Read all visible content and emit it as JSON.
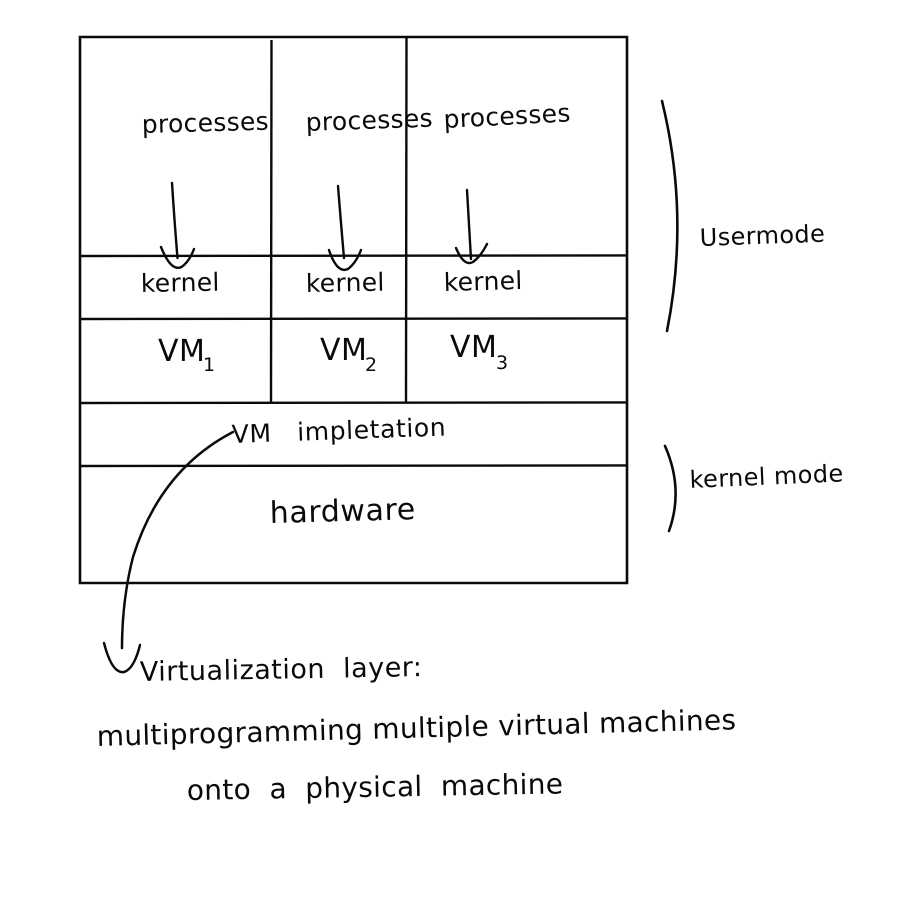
{
  "diagram": {
    "title": "Virtual machine architecture (hand-drawn)",
    "ink_color": "#0a0a0a",
    "background_color": "#ffffff",
    "columns": [
      {
        "id": "vm1",
        "processes_label": "processes",
        "kernel_label": "kernel",
        "vm_label": "VM",
        "vm_subscript": "1"
      },
      {
        "id": "vm2",
        "processes_label": "processes",
        "kernel_label": "kernel",
        "vm_label": "VM",
        "vm_subscript": "2"
      },
      {
        "id": "vm3",
        "processes_label": "processes",
        "kernel_label": "kernel",
        "vm_label": "VM",
        "vm_subscript": "3"
      }
    ],
    "layers": {
      "vm_implementation_label": "VM   impletation",
      "hardware_label": "hardware"
    },
    "mode_braces": [
      {
        "id": "usermode",
        "label": "Usermode"
      },
      {
        "id": "kernelmode",
        "label": "kernel mode"
      }
    ],
    "annotation": {
      "heading": "Virtualization  layer:",
      "line1": "multiprogramming multiple virtual machines",
      "line2": "onto  a  physical  machine"
    }
  }
}
